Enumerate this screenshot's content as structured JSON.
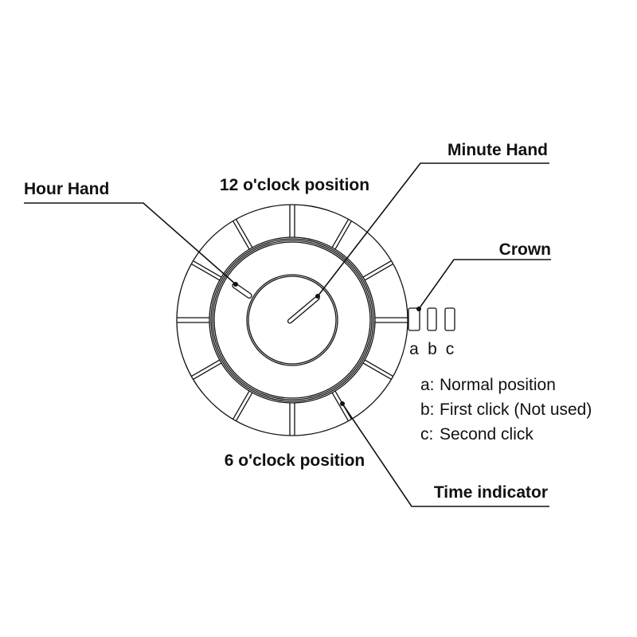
{
  "labels": {
    "hour_hand": "Hour Hand",
    "minute_hand": "Minute Hand",
    "twelve": "12 o'clock position",
    "six": "6 o'clock position",
    "crown": "Crown",
    "time_indicator": "Time indicator"
  },
  "crown_positions": [
    "a",
    "b",
    "c"
  ],
  "legend": [
    {
      "key": "a:",
      "text": "Normal position"
    },
    {
      "key": "b:",
      "text": "First click (Not used)"
    },
    {
      "key": "c:",
      "text": "Second click"
    }
  ]
}
